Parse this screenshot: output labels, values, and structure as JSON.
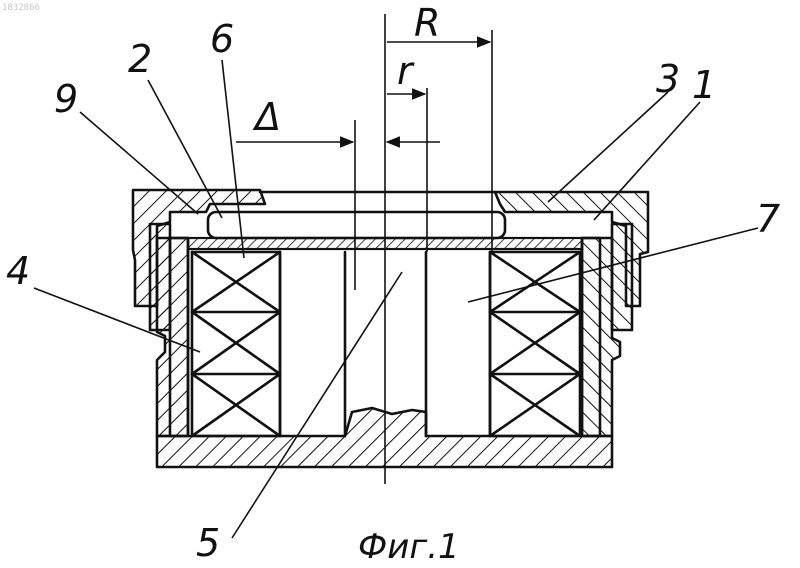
{
  "corner_id": "1832866",
  "caption": "Фиг.1",
  "dimensions": {
    "big_radius": "R",
    "small_radius": "r",
    "gap": "Δ"
  },
  "callouts": {
    "n1": "1",
    "n2": "2",
    "n3": "3",
    "n4": "4",
    "n5": "5",
    "n6": "6",
    "n7": "7",
    "n9": "9"
  }
}
